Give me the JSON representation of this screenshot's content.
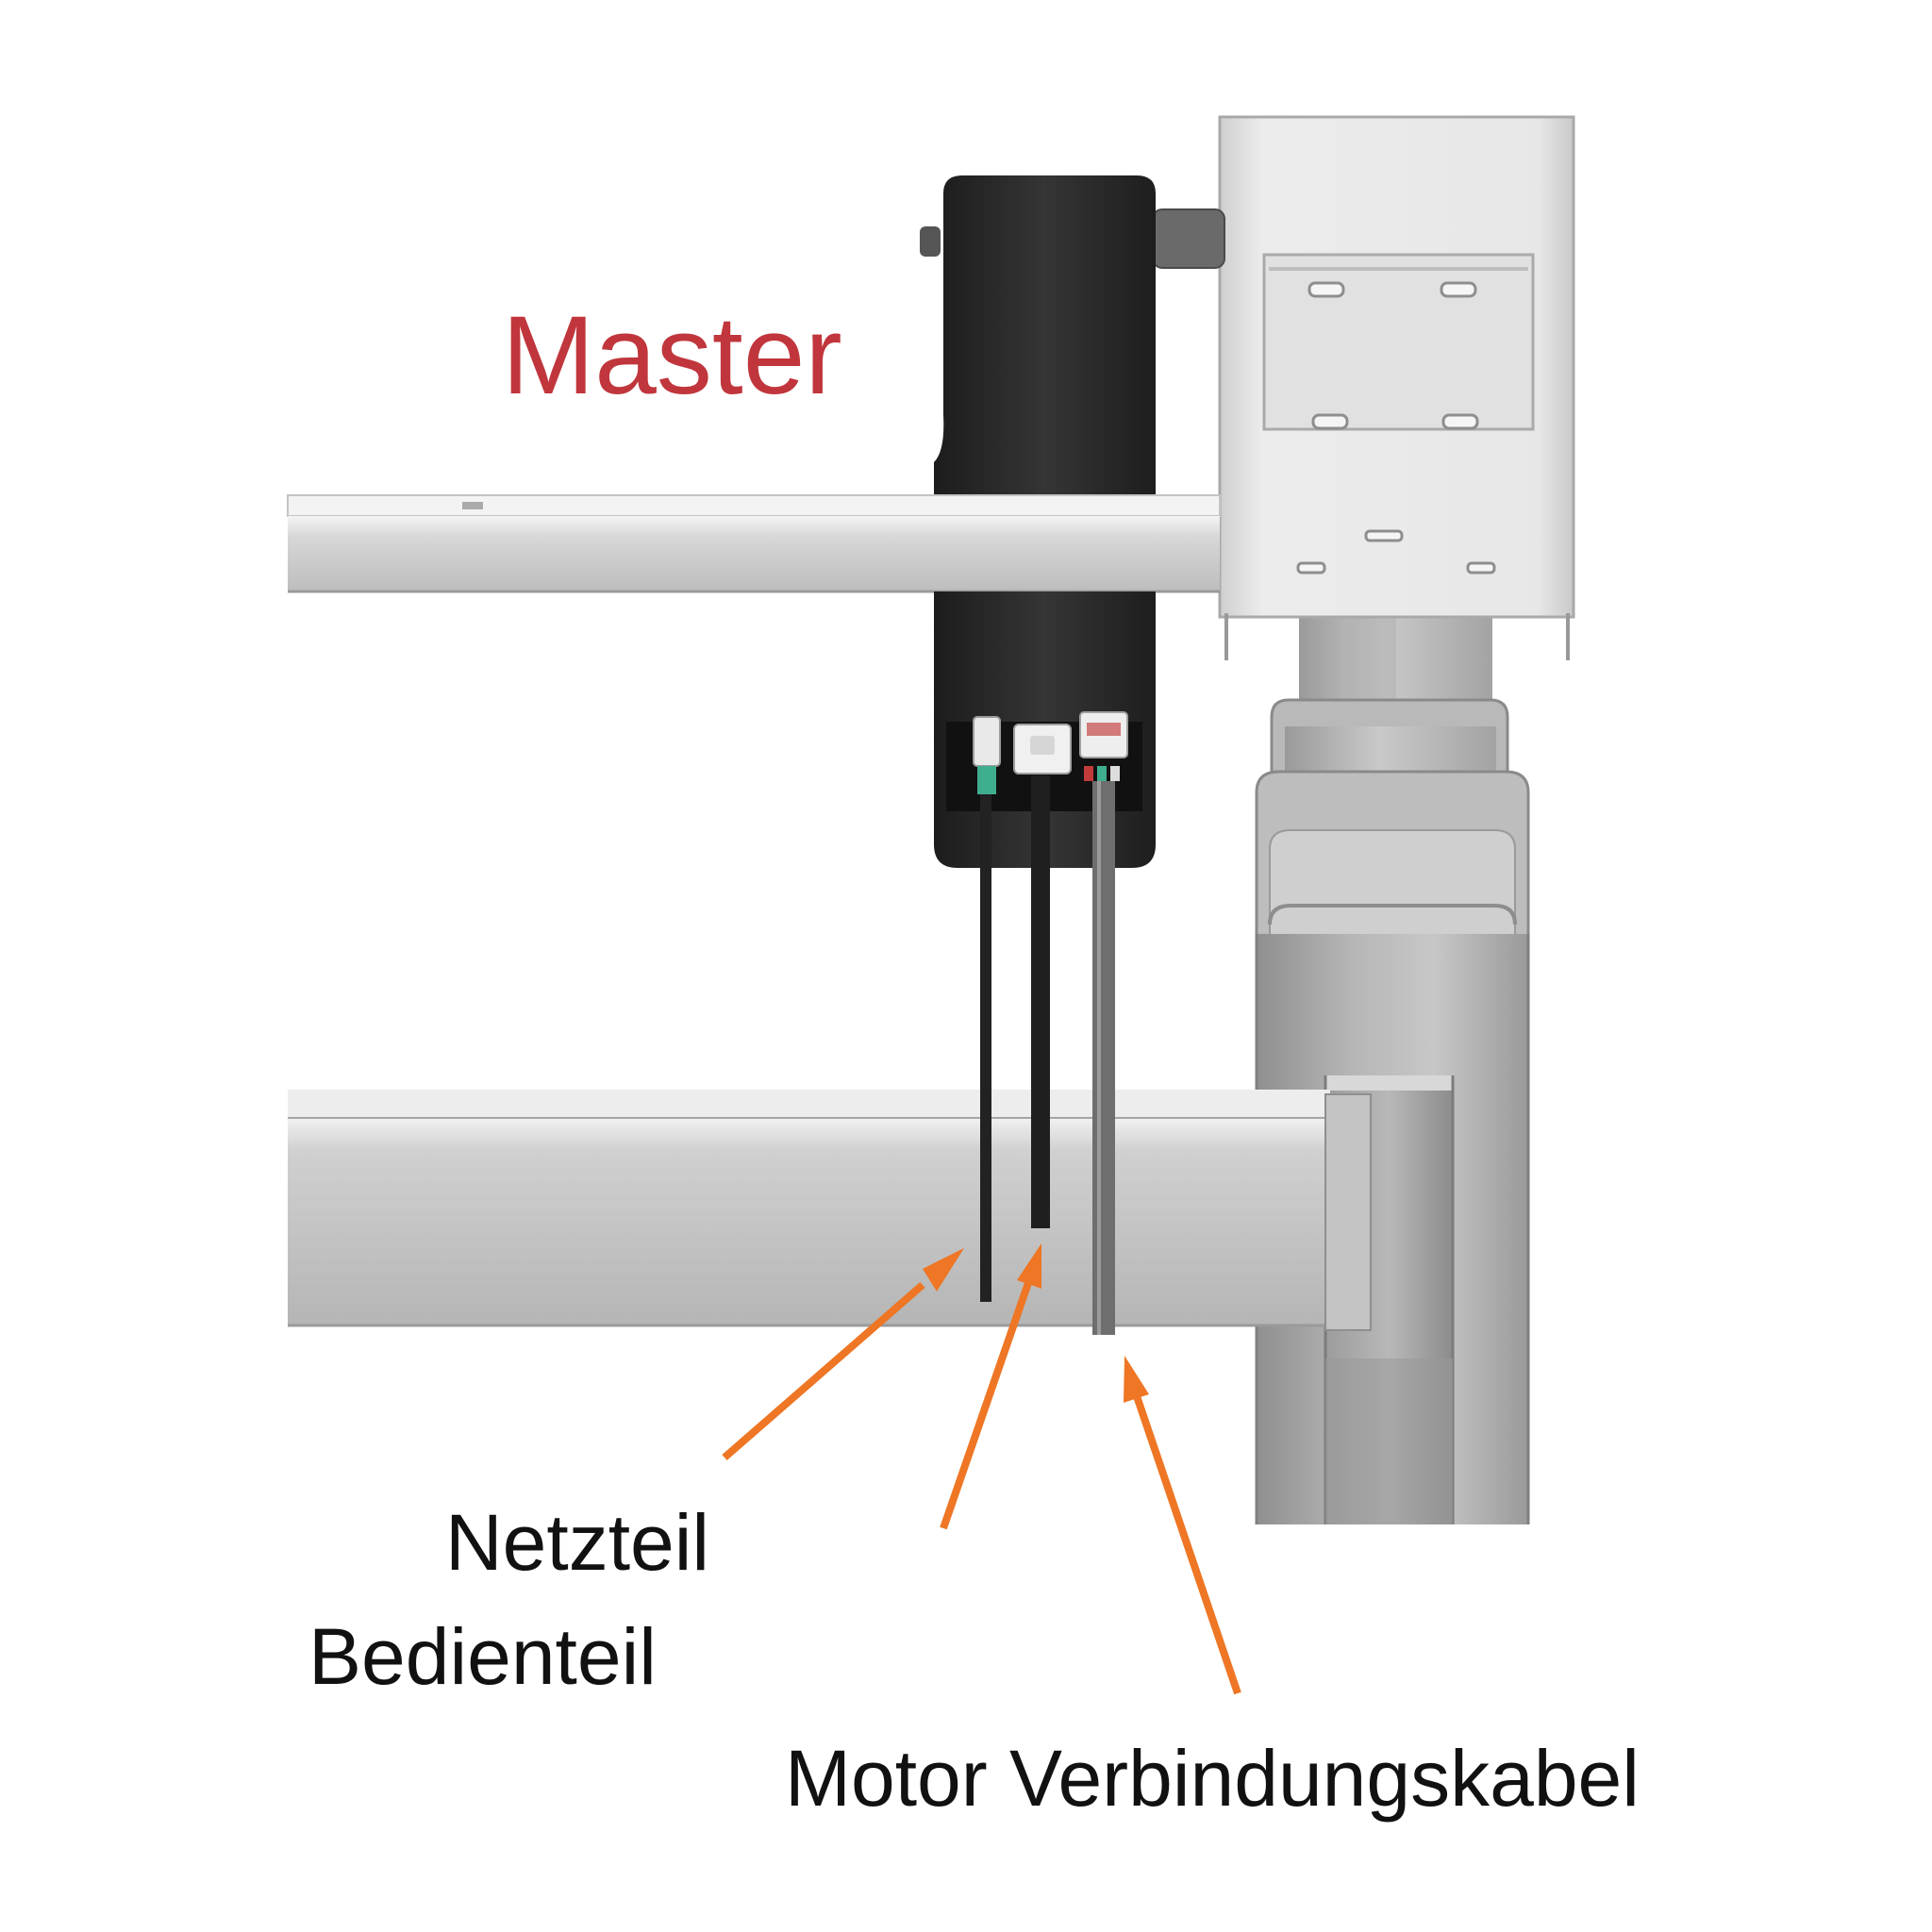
{
  "labels": {
    "master": "Master",
    "netzteil": "Netzteil",
    "bedienteil": "Bedienteil",
    "motor_cable": "Motor Verbindungskabel"
  },
  "colors": {
    "master_text": "#c0363c",
    "label_text": "#111111",
    "arrow": "#ee7624",
    "control_box": "#262626",
    "frame_light": "#dcdcdc",
    "frame_mid": "#b7b7b7",
    "frame_dark": "#8e8e8e",
    "column": "#a9a9a9"
  }
}
